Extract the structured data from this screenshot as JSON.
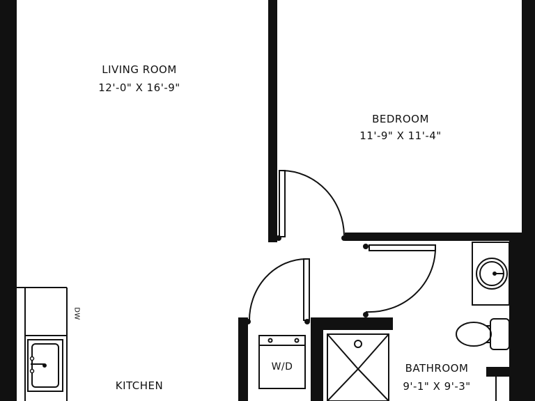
{
  "rooms": {
    "living_room": {
      "name": "LIVING ROOM",
      "dims": "12'-0\" X 16'-9\""
    },
    "bedroom": {
      "name": "BEDROOM",
      "dims": "11'-9\" X 11'-4\""
    },
    "bathroom": {
      "name": "BATHROOM",
      "dims": "9'-1\" X 9'-3\""
    },
    "kitchen": {
      "name": "KITCHEN"
    }
  },
  "fixtures": {
    "dishwasher": "DW",
    "washer_dryer": "W/D"
  },
  "colors": {
    "wall": "#111111",
    "background": "#ffffff"
  }
}
